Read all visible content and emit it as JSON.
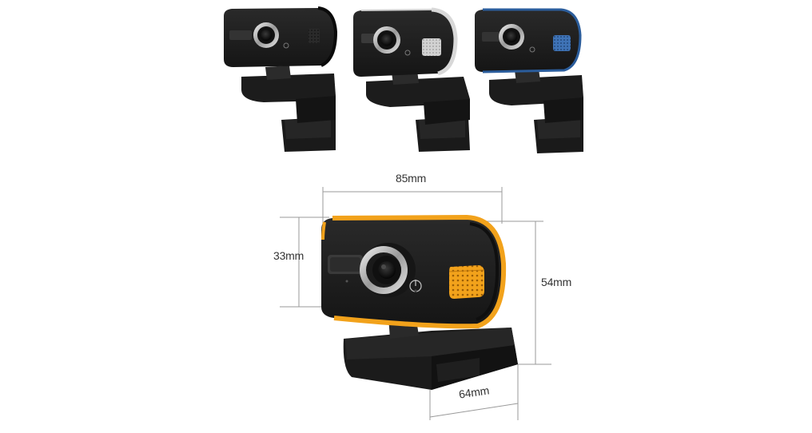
{
  "dimensions": {
    "width": "85mm",
    "depth": "33mm",
    "height": "54mm",
    "base": "64mm"
  },
  "colors": {
    "background": "#ffffff",
    "body": "#1d1d1d",
    "body_edge": "#0e0e0e",
    "trim_silver": "#d8d8d8",
    "trim_blue": "#2b5d9c",
    "trim_orange": "#f2a21b",
    "dimension_line": "#9a9a9a"
  },
  "variants": [
    {
      "trim": "black",
      "mic": "dark"
    },
    {
      "trim": "silver",
      "mic": "silver"
    },
    {
      "trim": "blue",
      "mic": "blue"
    },
    {
      "trim": "orange",
      "mic": "orange"
    }
  ],
  "icons": [
    "power-icon"
  ]
}
